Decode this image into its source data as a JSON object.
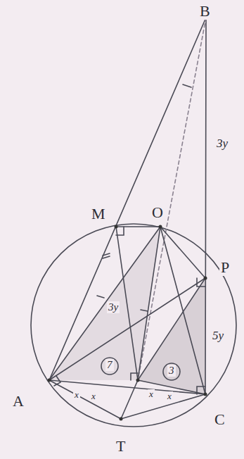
{
  "diagram": {
    "labels": [
      "B",
      "M",
      "O",
      "P",
      "A",
      "C",
      "T",
      "3y",
      "5y",
      "3y",
      "7",
      "3",
      "x",
      "x",
      "x",
      "x"
    ]
  }
}
